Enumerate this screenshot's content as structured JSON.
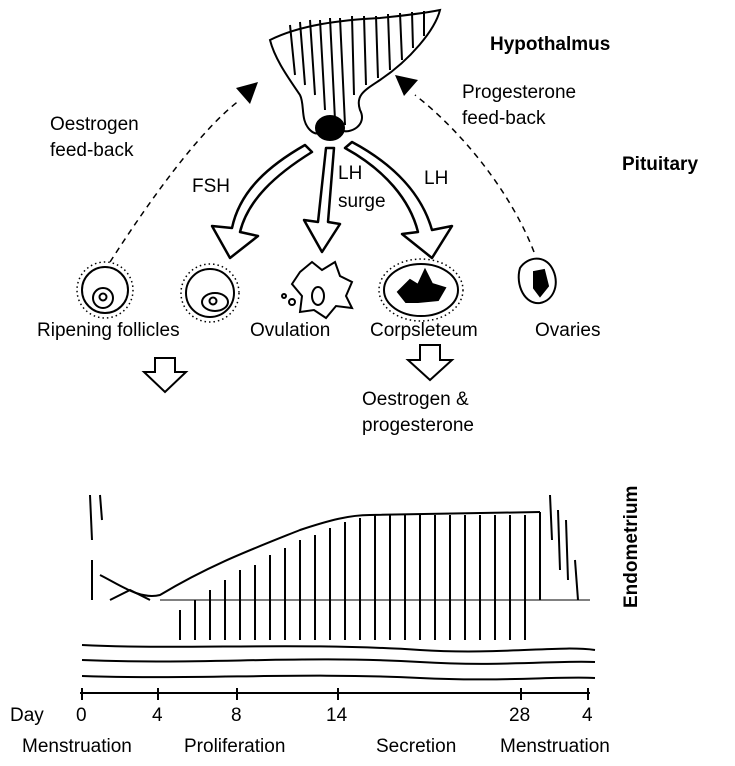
{
  "labels": {
    "hypothalamus": "Hypothalmus",
    "pituitary": "Pituitary",
    "oestrogen_feedback": "Oestrogen\nfeed-back",
    "progesterone_feedback": "Progesterone\nfeed-back",
    "fsh": "FSH",
    "lh_surge": "LH\nsurge",
    "lh": "LH",
    "ripening_follicles": "Ripening follicles",
    "ovulation": "Ovulation",
    "corpus_luteum": "Corpsleteum",
    "ovaries": "Ovaries",
    "oestrogen_progesterone": "Oestrogen &\nprogesterone",
    "endometrium": "Endometrium",
    "day": "Day"
  },
  "timeline": {
    "ticks": [
      "0",
      "4",
      "8",
      "14",
      "28",
      "4"
    ],
    "phases": [
      "Menstruation",
      "Proliferation",
      "Secretion",
      "Menstruation"
    ]
  }
}
